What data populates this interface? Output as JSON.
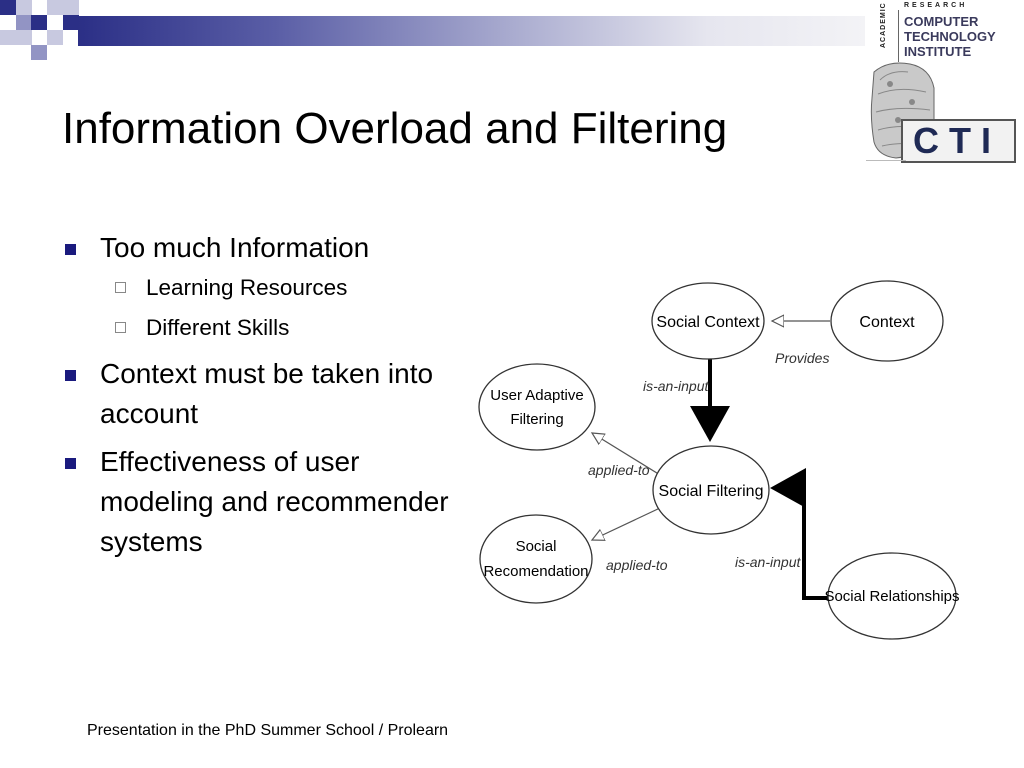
{
  "slide": {
    "title": "Information Overload and Filtering",
    "bullets": [
      {
        "text": "Too much Information",
        "sub": [
          "Learning Resources",
          "Different Skills"
        ]
      },
      {
        "text": "Context must be taken into account",
        "sub": []
      },
      {
        "text": "Effectiveness of user modeling and recommender systems",
        "sub": []
      }
    ],
    "footer": "Presentation in the PhD Summer School / Prolearn"
  },
  "logo": {
    "research": "RESEARCH",
    "academic": "ACADEMIC",
    "line1": "COMPUTER",
    "line2": "TECHNOLOGY",
    "line3": "INSTITUTE",
    "mark": "CTI"
  },
  "diagram": {
    "nodes": {
      "social_context": "Social Context",
      "context": "Context",
      "user_adaptive_1": "User Adaptive",
      "user_adaptive_2": "Filtering",
      "social_filtering": "Social Filtering",
      "social_recommendation_1": "Social",
      "social_recommendation_2": "Recomendation",
      "social_relationships": "Social Relationships"
    },
    "edges": {
      "provides": "Provides",
      "is_an_input_1": "is-an-input",
      "applied_to_1": "applied-to",
      "applied_to_2": "applied-to",
      "is_an_input_2": "is-an-input"
    }
  },
  "colors": {
    "bullet": "#1a1a7e",
    "band_start": "#2b2f86"
  }
}
